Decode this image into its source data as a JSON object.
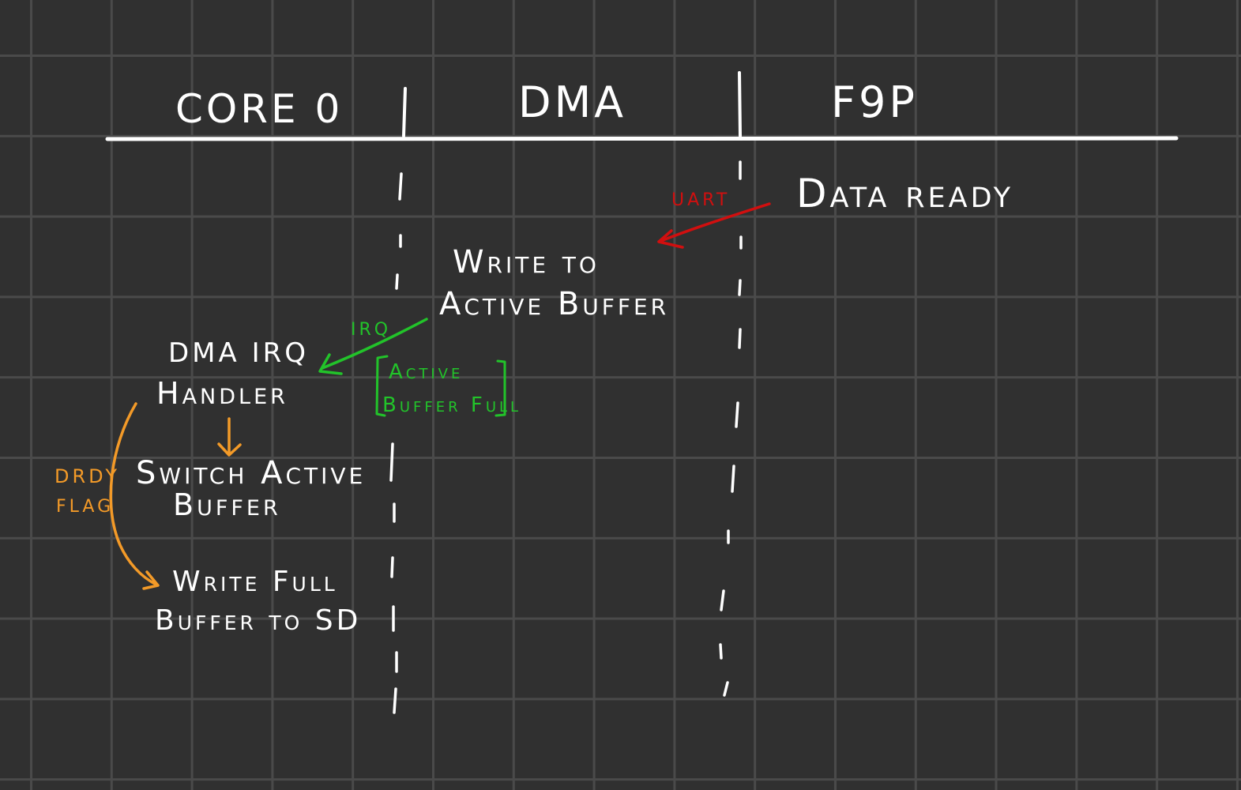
{
  "headers": {
    "core0": "CORE 0",
    "dma": "DMA",
    "f9p": "F9P"
  },
  "nodes": {
    "data_ready": "Data ready",
    "write_active_l1": "Write to",
    "write_active_l2": "Active Buffer",
    "dma_irq_l1": "DMA IRQ",
    "dma_irq_l2": "Handler",
    "switch_l1": "Switch Active",
    "switch_l2": "Buffer",
    "write_sd_l1": "Write Full",
    "write_sd_l2": "Buffer to SD"
  },
  "arrows": {
    "uart": "UART",
    "irq": "IRQ",
    "drdy_l1": "DRDY",
    "drdy_l2": "FLAG"
  },
  "notes": {
    "buffer_full_l1": "Active",
    "buffer_full_l2": "Buffer Full"
  },
  "colors": {
    "background": "#303030",
    "grid": "#4a4a4a",
    "ink": "#ffffff",
    "uart": "#d10f0f",
    "irq": "#22c32a",
    "drdy": "#f39a28"
  }
}
